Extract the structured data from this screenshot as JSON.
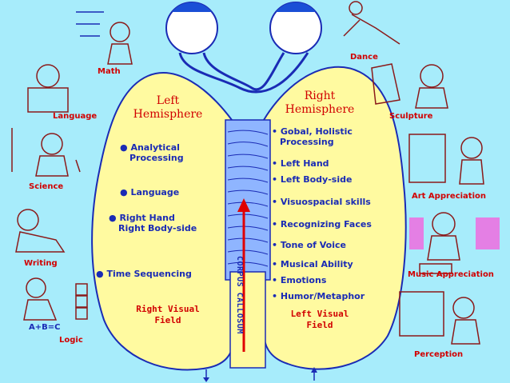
{
  "left_hemisphere": {
    "title_line1": "Left",
    "title_line2": "Hemisphere",
    "items": [
      {
        "bullet": "●",
        "lines": [
          "Analytical",
          "Processing"
        ]
      },
      {
        "bullet": "●",
        "lines": [
          "Language"
        ]
      },
      {
        "bullet": "●",
        "lines": [
          "Right Hand",
          "Right Body-side"
        ]
      },
      {
        "bullet": "●",
        "lines": [
          "Time Sequencing"
        ]
      }
    ],
    "field_line1": "Right Visual",
    "field_line2": "Field"
  },
  "right_hemisphere": {
    "title_line1": "Right",
    "title_line2": "Hemisphere",
    "items": [
      {
        "bullet": "•",
        "lines": [
          "Gobal, Holistic",
          "Processing"
        ]
      },
      {
        "bullet": "•",
        "lines": [
          "Left Hand"
        ]
      },
      {
        "bullet": "•",
        "lines": [
          "Left Body-side"
        ]
      },
      {
        "bullet": "•",
        "lines": [
          "Visuospacial skills"
        ]
      },
      {
        "bullet": "•",
        "lines": [
          "Recognizing Faces"
        ]
      },
      {
        "bullet": "•",
        "lines": [
          "Tone of Voice"
        ]
      },
      {
        "bullet": "•",
        "lines": [
          "Musical Ability"
        ]
      },
      {
        "bullet": "•",
        "lines": [
          "Emotions"
        ]
      },
      {
        "bullet": "•",
        "lines": [
          "Humor/Metaphor"
        ]
      }
    ],
    "field_line1": "Left Visual",
    "field_line2": "Field"
  },
  "corpus_callosum_label": "CORPUS CALLOSUM",
  "left_labels": {
    "math": "Math",
    "language": "Language",
    "science": "Science",
    "writing": "Writing",
    "logic": "Logic",
    "logic_formula": "A+B=C"
  },
  "right_labels": {
    "dance": "Dance",
    "sculpture": "Sculpture",
    "art": "Art Appreciation",
    "music": "Music Appreciation",
    "perception": "Perception"
  },
  "colors": {
    "background": "#a7ecfb",
    "hemisphere_fill": "#fffaa0",
    "label_red": "#d10000",
    "text_blue": "#1a2bb5",
    "arrow_red": "#e00000"
  }
}
